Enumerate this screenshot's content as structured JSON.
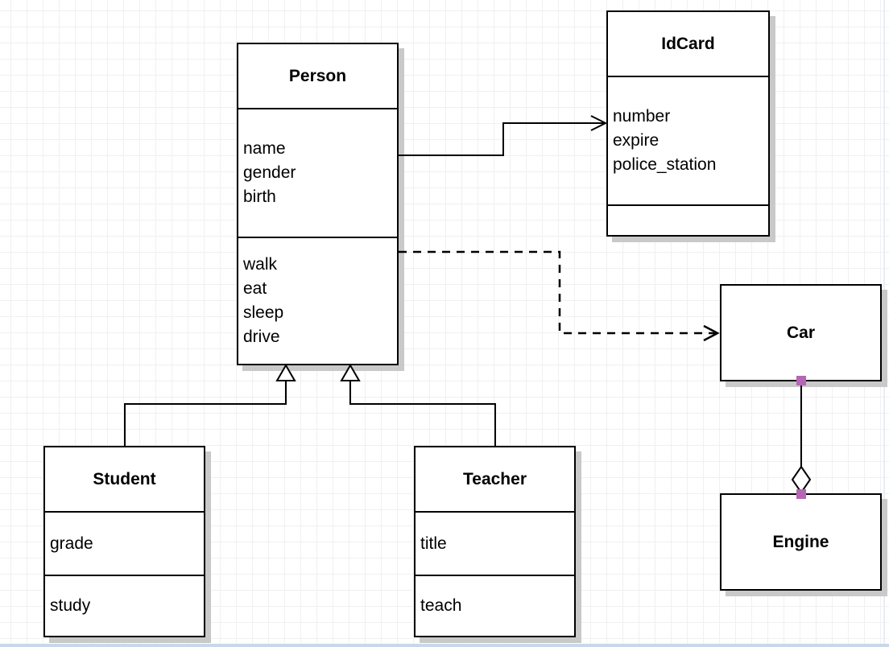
{
  "diagram": {
    "classes": {
      "person": {
        "title": "Person",
        "attributes": [
          "name",
          "gender",
          "birth"
        ],
        "methods": [
          "walk",
          "eat",
          "sleep",
          "drive"
        ]
      },
      "idcard": {
        "title": "IdCard",
        "attributes": [
          "number",
          "expire",
          "police_station"
        ],
        "methods": []
      },
      "car": {
        "title": "Car",
        "attributes": [],
        "methods": []
      },
      "engine": {
        "title": "Engine",
        "attributes": [],
        "methods": []
      },
      "student": {
        "title": "Student",
        "attributes": [
          "grade"
        ],
        "methods": [
          "study"
        ]
      },
      "teacher": {
        "title": "Teacher",
        "attributes": [
          "title"
        ],
        "methods": [
          "teach"
        ]
      }
    },
    "relations": [
      {
        "type": "association",
        "from": "Person",
        "to": "IdCard",
        "line": "solid",
        "arrow": "open"
      },
      {
        "type": "dependency",
        "from": "Person",
        "to": "Car",
        "line": "dashed",
        "arrow": "open"
      },
      {
        "type": "generalization",
        "from": "Student",
        "to": "Person",
        "line": "solid",
        "arrow": "hollow-triangle"
      },
      {
        "type": "generalization",
        "from": "Teacher",
        "to": "Person",
        "line": "solid",
        "arrow": "hollow-triangle"
      },
      {
        "type": "aggregation",
        "from": "Car",
        "to": "Engine",
        "line": "solid",
        "arrow": "hollow-diamond",
        "endpoint_markers": "purple-squares"
      }
    ],
    "colors": {
      "stroke": "#000000",
      "box_fill": "#ffffff",
      "shadow": "#c9c9c9",
      "grid_line": "#f0f0f0",
      "endpoint_marker": "#b566b5",
      "bottom_edge": "#c9d8e8"
    }
  }
}
